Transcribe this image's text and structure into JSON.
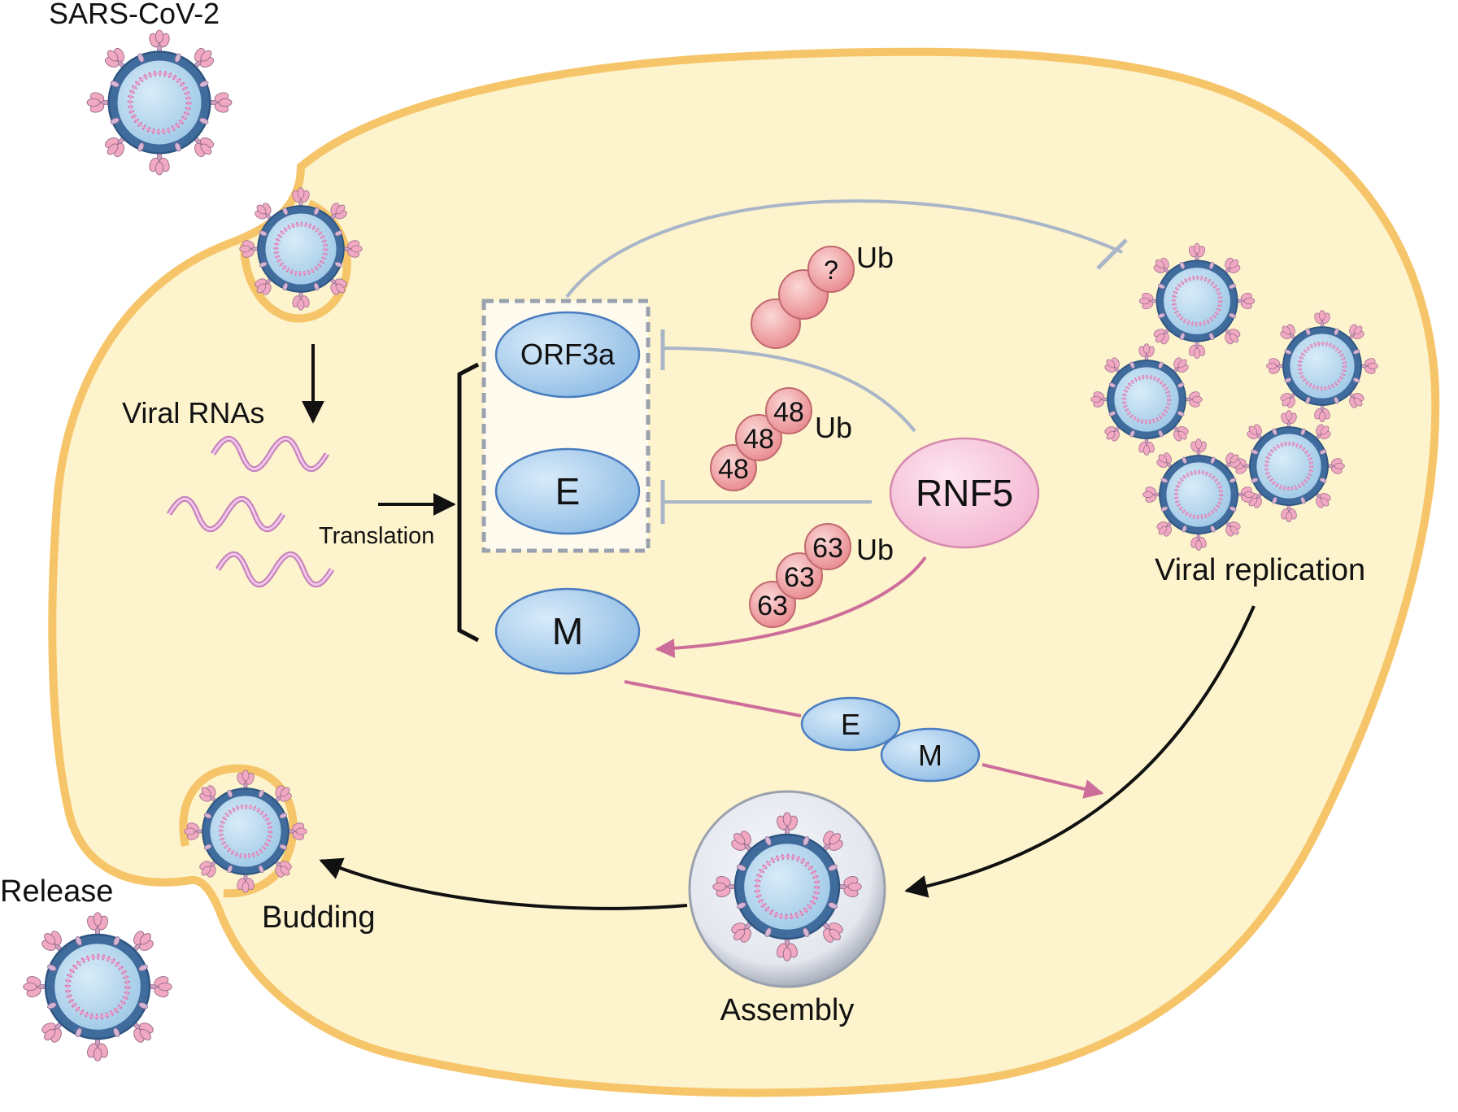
{
  "labels": {
    "virus_name": "SARS-CoV-2",
    "viral_rnas": "Viral RNAs",
    "translation": "Translation",
    "viral_replication": "Viral replication",
    "assembly": "Assembly",
    "budding": "Budding",
    "release": "Release"
  },
  "proteins": {
    "orf3a": "ORF3a",
    "e": "E",
    "m": "M",
    "rnf5": "RNF5",
    "complex_e": "E",
    "complex_m": "M"
  },
  "ubiquitin": {
    "unknown_chain": {
      "beads": [
        "",
        "",
        "?"
      ],
      "label": "Ub"
    },
    "k48_chain": {
      "beads": [
        "48",
        "48",
        "48"
      ],
      "label": "Ub"
    },
    "k63_chain": {
      "beads": [
        "63",
        "63",
        "63"
      ],
      "label": "Ub"
    }
  },
  "colors": {
    "cell_fill": "#fdf3cc",
    "membrane": "#f6c56a",
    "protein_blue": "#9cc6ea",
    "protein_stroke": "#4a7cc0",
    "rnf5_fill": "#f7c3da",
    "ub_bead": "#f1a3a6",
    "inhibition_line": "#a9b5c8",
    "pink_arrow": "#cd6e9a",
    "rna": "#d89bcf"
  }
}
